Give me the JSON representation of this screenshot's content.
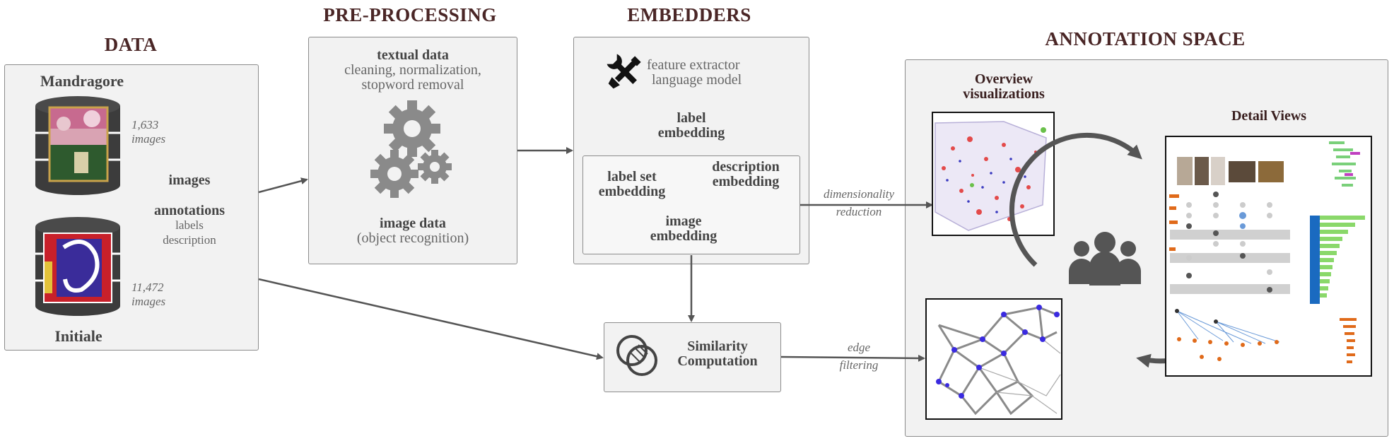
{
  "data_section": {
    "heading": "DATA",
    "mandragore": {
      "title": "Mandragore",
      "count": "1,633",
      "unit": "images"
    },
    "initiale": {
      "title": "Initiale",
      "count": "11,472",
      "unit": "images"
    },
    "images_label": "images",
    "annotations_label": "annotations",
    "labels_label": "labels",
    "description_label": "description"
  },
  "preprocessing": {
    "heading": "PRE-PROCESSING",
    "textual_title": "textual data",
    "textual_line1": "cleaning, normalization,",
    "textual_line2": "stopword removal",
    "image_title": "image data",
    "image_sub": "(object recognition)"
  },
  "embedders": {
    "heading": "EMBEDDERS",
    "fe_line1": "feature extractor",
    "fe_line2": "language model",
    "label_emb_1": "label",
    "label_emb_2": "embedding",
    "labelset_1": "label set",
    "labelset_2": "embedding",
    "desc_1": "description",
    "desc_2": "embedding",
    "image_1": "image",
    "image_2": "embedding"
  },
  "similarity": {
    "line1": "Similarity",
    "line2": "Computation"
  },
  "edges": {
    "dim_1": "dimensionality",
    "dim_2": "reduction",
    "edge_1": "edge",
    "edge_2": "filtering"
  },
  "annotation_space": {
    "heading": "ANNOTATION SPACE",
    "overview_1": "Overview",
    "overview_2": "visualizations",
    "detail": "Detail Views"
  },
  "colors": {
    "heading": "#4a2626",
    "box_fill": "#f2f2f2",
    "box_border": "#8c8c8c",
    "arrow": "#555555",
    "icon": "#555555"
  }
}
